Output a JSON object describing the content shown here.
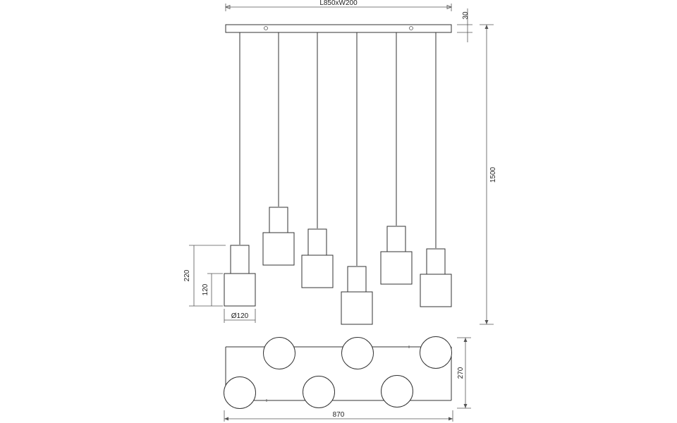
{
  "dimensions": {
    "canopy_size": "L850xW200",
    "canopy_height": "30",
    "total_height": "1500",
    "shade_height": "220",
    "shade_lower_height": "120",
    "shade_diameter": "Ø120",
    "plan_length": "870",
    "plan_width": "270"
  },
  "colors": {
    "line": "#333333",
    "background": "#ffffff"
  }
}
